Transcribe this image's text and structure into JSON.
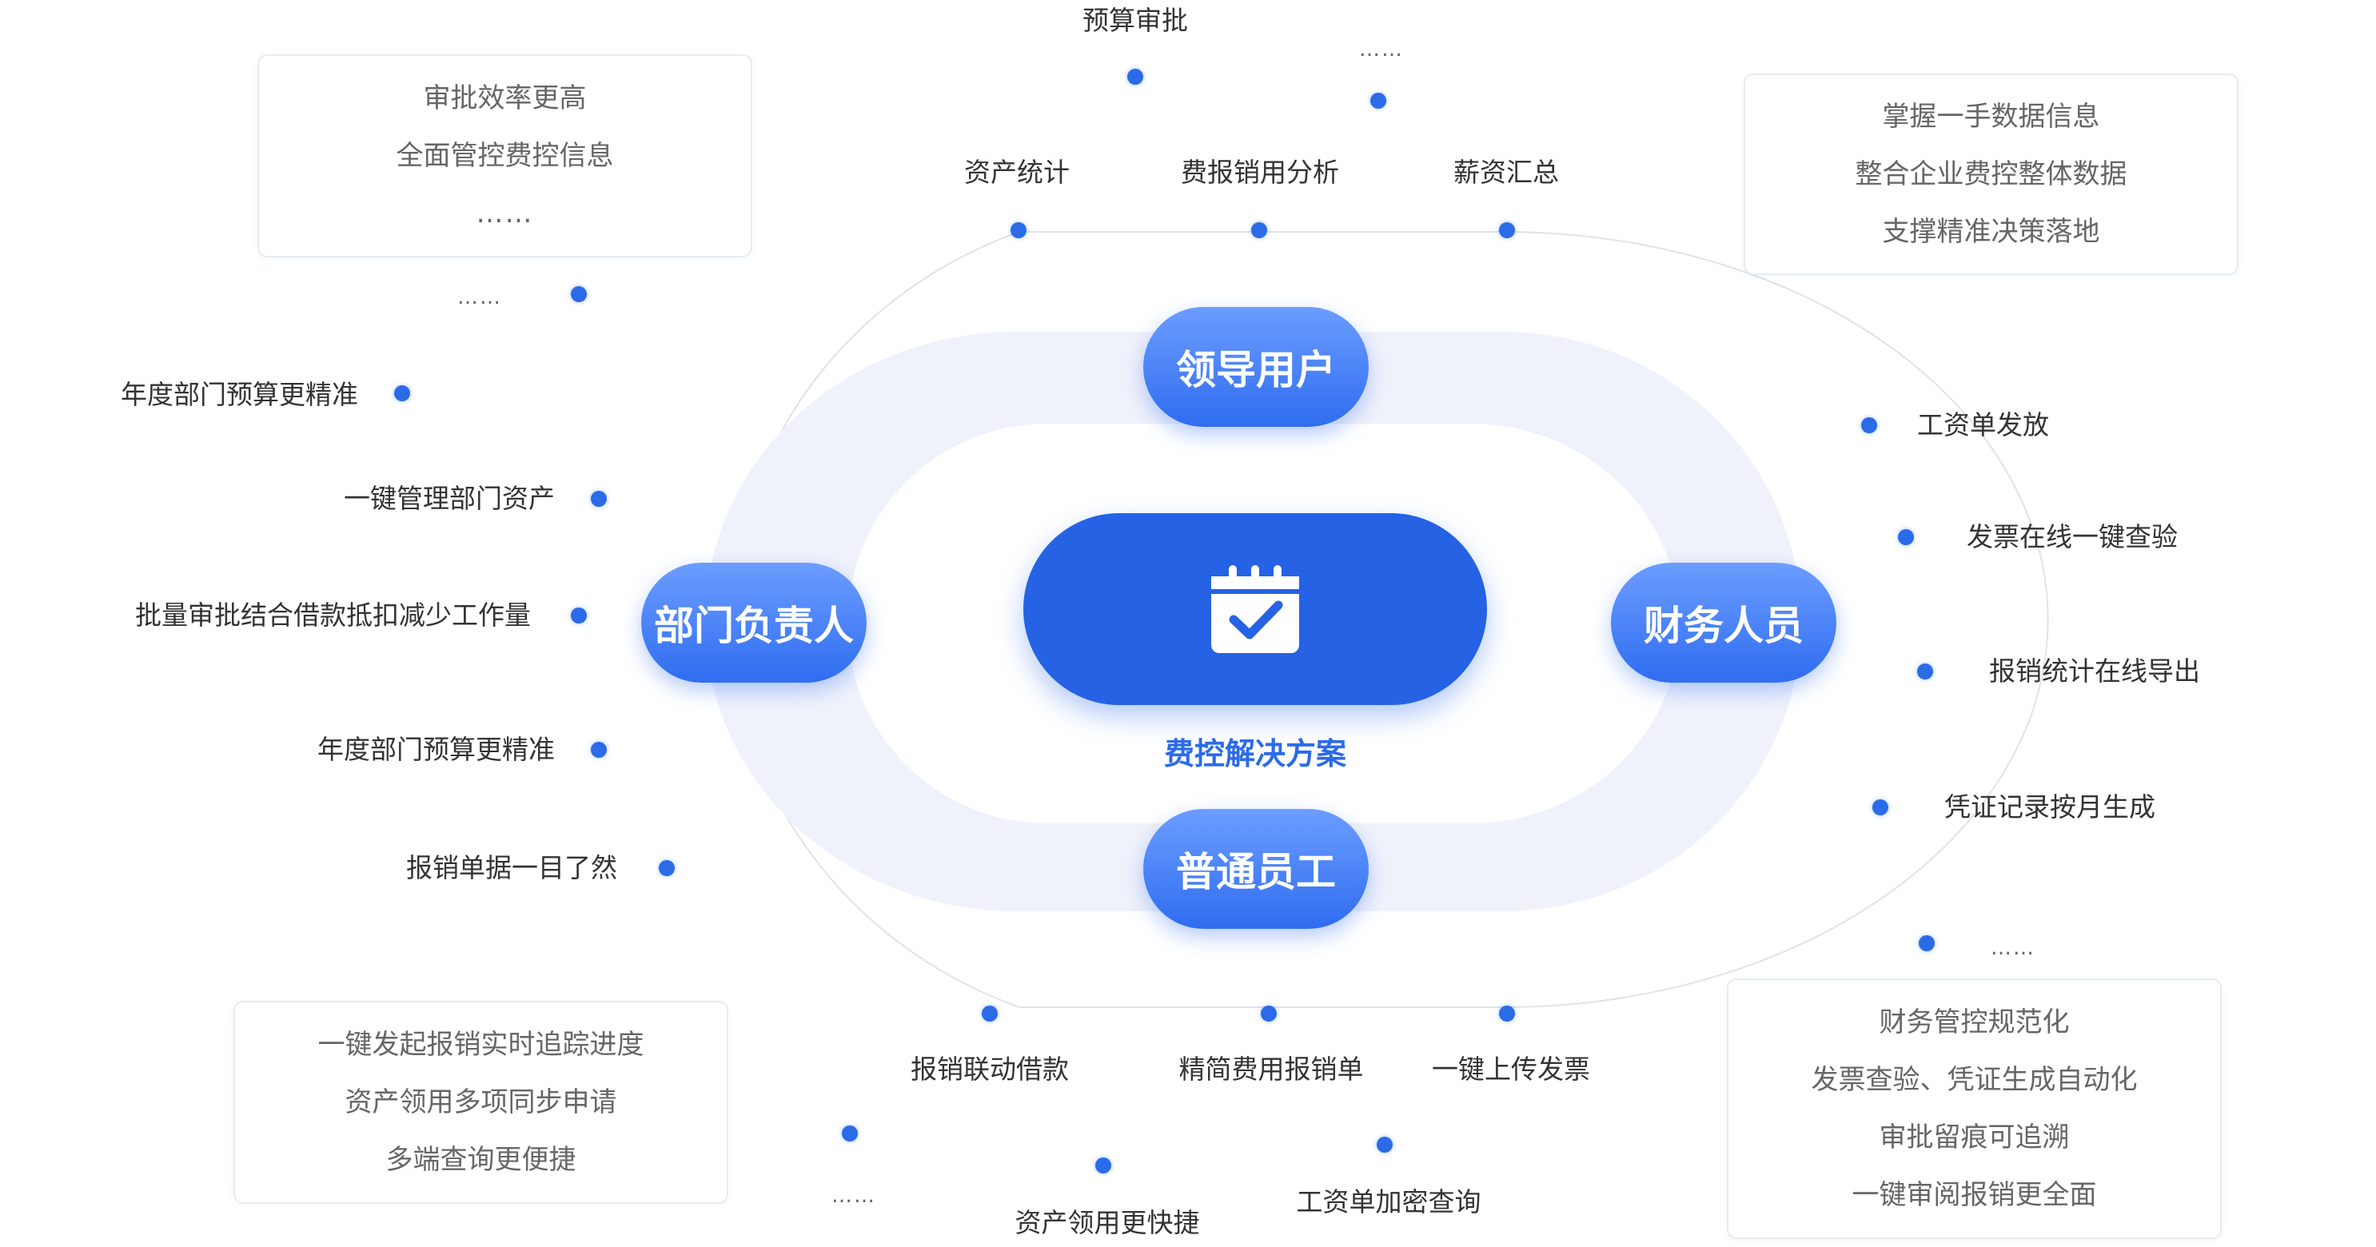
{
  "center": {
    "title": "费控解决方案",
    "icon": "calendar-check-icon"
  },
  "roles": {
    "leader": "领导用户",
    "dept": "部门负责人",
    "finance": "财务人员",
    "employee": "普通员工"
  },
  "top": {
    "items": [
      "资产统计",
      "费报销用分析",
      "薪资汇总"
    ],
    "extra": [
      "预算审批"
    ],
    "ellipsis": "……"
  },
  "left": {
    "items": [
      "年度部门预算更精准",
      "一键管理部门资产",
      "批量审批结合借款抵扣减少工作量",
      "年度部门预算更精准",
      "报销单据一目了然"
    ],
    "ellipsis": "……"
  },
  "right": {
    "items": [
      "工资单发放",
      "发票在线一键查验",
      "报销统计在线导出",
      "凭证记录按月生成"
    ],
    "ellipsis": "……"
  },
  "bottom": {
    "items": [
      "报销联动借款",
      "精简费用报销单",
      "一键上传发票"
    ],
    "extra": [
      "资产领用更快捷",
      "工资单加密查询"
    ],
    "ellipsis": "……"
  },
  "cards": {
    "top_left": [
      "审批效率更高",
      "全面管控费控信息",
      "……"
    ],
    "top_right": [
      "掌握一手数据信息",
      "整合企业费控整体数据",
      "支撑精准决策落地"
    ],
    "bottom_left": [
      "一键发起报销实时追踪进度",
      "资产领用多项同步申请",
      "多端查询更便捷"
    ],
    "bottom_right": [
      "财务管控规范化",
      "发票查验、凭证生成自动化",
      "审批留痕可追溯",
      "一键审阅报销更全面"
    ]
  },
  "colors": {
    "accent": "#2b6be8",
    "pill_top": "#6c9dff",
    "pill_bottom": "#2f6df0",
    "center_fill": "#2563e4",
    "track": "#f0f2fb",
    "outline": "#dfe3ea"
  }
}
